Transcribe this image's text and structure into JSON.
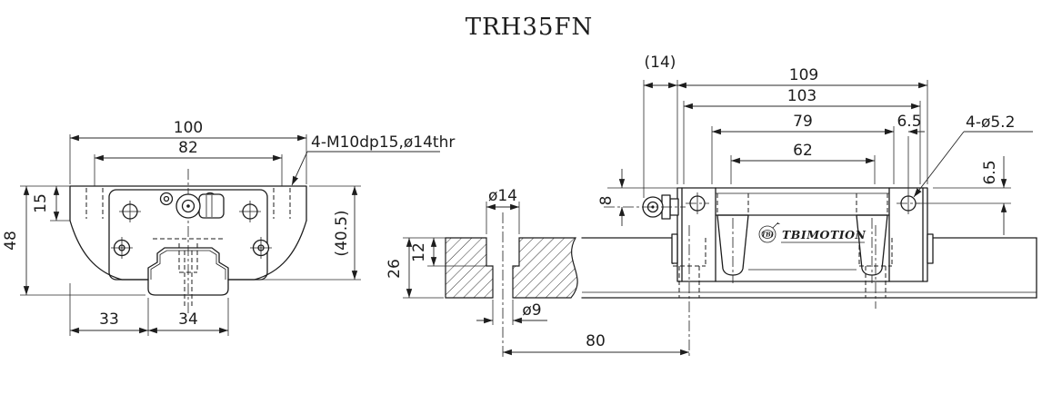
{
  "title": "TRH35FN",
  "front_view": {
    "dims": {
      "width_outer": "100",
      "hole_spacing": "82",
      "mount_hole_note": "4-M10dp15,ø14thr",
      "flange_height": "15",
      "total_height": "48",
      "block_height_ref": "(40.5)",
      "offset_left": "33",
      "rail_width": "34"
    }
  },
  "side_view": {
    "dims": {
      "nipple_protrusion": "(14)",
      "total_length": "109",
      "body_length": "103",
      "length_79": "79",
      "end_offset": "6.5",
      "length_62": "62",
      "hole_note": "4-ø5.2",
      "hole_center_offset": "6.5",
      "nipple_center_height": "8",
      "counterbore_dia": "ø14",
      "counterbore_depth": "12",
      "rail_height": "26",
      "hole_dia": "ø9",
      "hole_pitch": "80"
    },
    "logo": {
      "emblem": "TBI",
      "text": "TBIMOTION"
    }
  }
}
